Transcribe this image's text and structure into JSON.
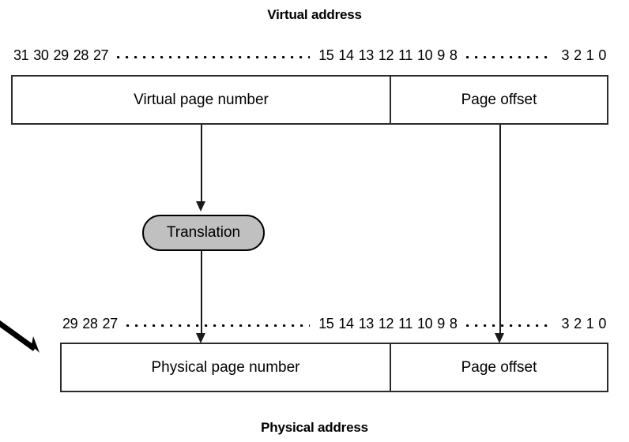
{
  "diagram": {
    "titles": {
      "virtual": "Virtual address",
      "physical": "Physical address"
    },
    "virtual_address": {
      "bits_high": [
        "31",
        "30",
        "29",
        "28",
        "27"
      ],
      "bits_mid": [
        "15",
        "14",
        "13",
        "12",
        "11",
        "10",
        "9",
        "8"
      ],
      "bits_low": [
        "3",
        "2",
        "1",
        "0"
      ],
      "fields": {
        "page_number": "Virtual page number",
        "page_offset": "Page offset"
      }
    },
    "physical_address": {
      "bits_high": [
        "29",
        "28",
        "27"
      ],
      "bits_mid": [
        "15",
        "14",
        "13",
        "12",
        "11",
        "10",
        "9",
        "8"
      ],
      "bits_low": [
        "3",
        "2",
        "1",
        "0"
      ],
      "fields": {
        "page_number": "Physical page number",
        "page_offset": "Page offset"
      }
    },
    "translation": {
      "label": "Translation",
      "fill_color": "#c0c0c0",
      "stroke_color": "#000000"
    },
    "line_color": "#2b2b2b",
    "background_color": "#ffffff"
  }
}
